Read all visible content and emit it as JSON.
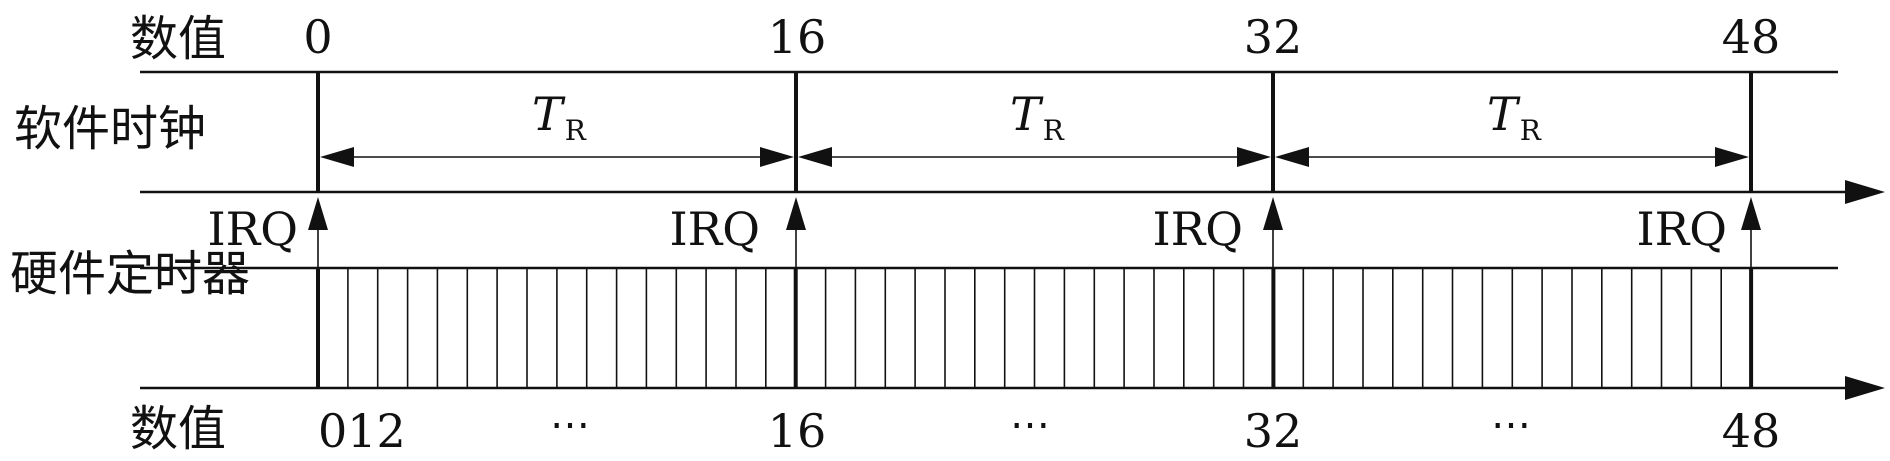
{
  "labels": {
    "top_value_label": "数值",
    "bottom_value_label": "数值",
    "software_clock": "软件时钟",
    "hardware_timer": "硬件定时器"
  },
  "ticks": [
    "0",
    "16",
    "32",
    "48"
  ],
  "bottom_ticks": {
    "first": "012",
    "ellipsis": "⋯",
    "values": [
      "16",
      "32",
      "48"
    ]
  },
  "interval_symbol": "T",
  "interval_subscript": "R",
  "interrupt_label": "IRQ",
  "software_period_count": 3,
  "hardware_ticks_per_period": 16
}
